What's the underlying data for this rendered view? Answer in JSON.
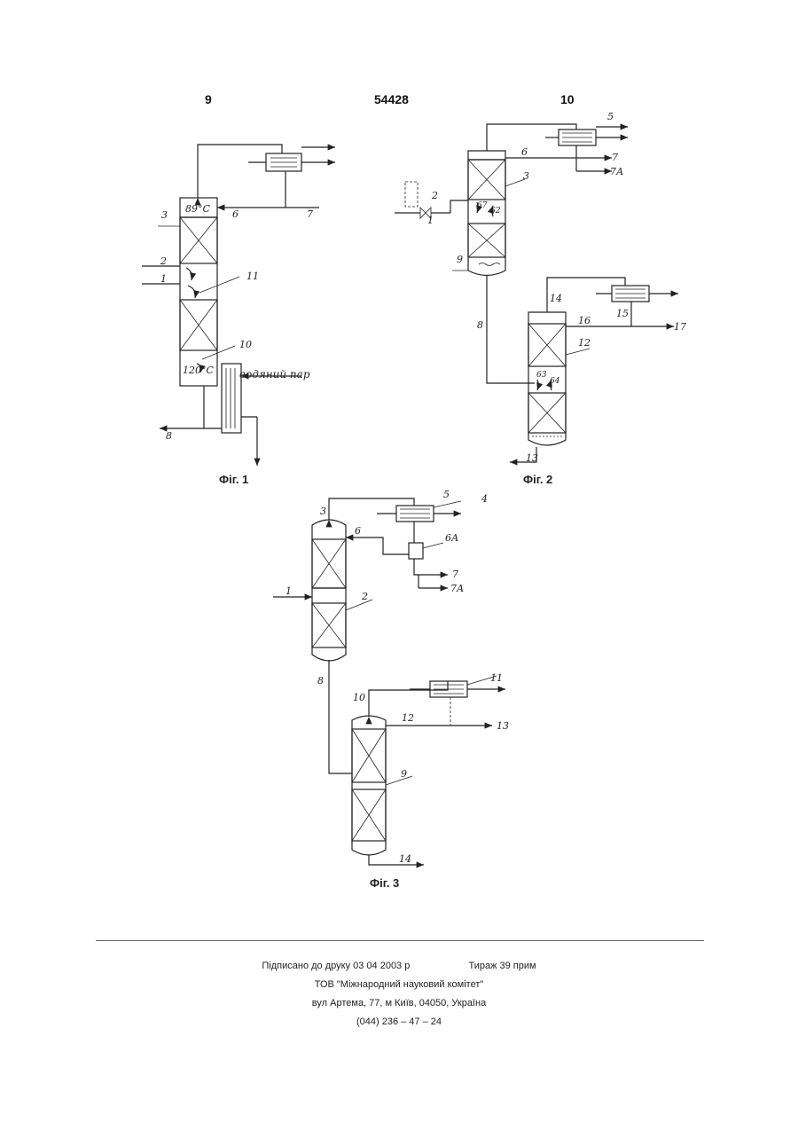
{
  "header": {
    "left_page": "9",
    "patent_number": "54428",
    "right_page": "10"
  },
  "figures": {
    "fig1": {
      "caption": "Фіг. 1",
      "temp_top": "89°C",
      "temp_bottom": "120°C",
      "steam_label": "водяний пар",
      "labels": [
        "1",
        "2",
        "3",
        "6",
        "7",
        "8",
        "10",
        "11"
      ]
    },
    "fig2": {
      "caption": "Фіг. 2",
      "labels": [
        "1",
        "2",
        "3",
        "5",
        "6",
        "7",
        "7А",
        "8",
        "9",
        "12",
        "13",
        "14",
        "15",
        "16",
        "17",
        "62",
        "63",
        "64",
        "67"
      ]
    },
    "fig3": {
      "caption": "Фіг. 3",
      "labels": [
        "1",
        "2",
        "3",
        "4",
        "5",
        "6",
        "6А",
        "7",
        "7А",
        "8",
        "9",
        "10",
        "11",
        "12",
        "13",
        "14"
      ]
    }
  },
  "footer": {
    "signed": "Підписано до друку 03 04 2003 р",
    "circulation": "Тираж 39 прим",
    "publisher": "ТОВ \"Міжнародний науковий комітет\"",
    "address": "вул Артема, 77, м Київ, 04050, Україна",
    "phone": "(044) 236 – 47 – 24"
  }
}
